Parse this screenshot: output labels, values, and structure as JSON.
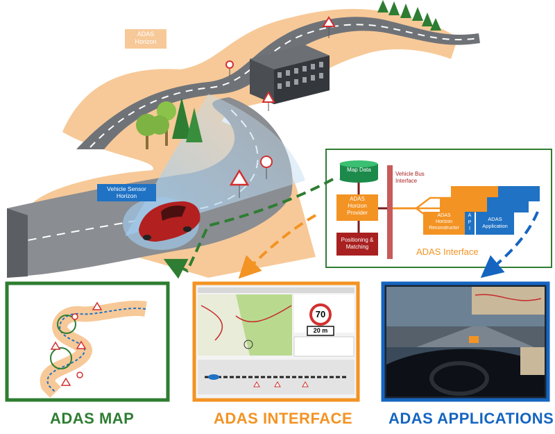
{
  "labels": {
    "horizon": "ADAS\nHorizon",
    "sensor": "Vehicle Sensor\nHorizon",
    "map_data": "Map Data",
    "provider": "ADAS\nHorizon\nProvider",
    "positioning": "Positioning &\nMatching",
    "vehicle_bus": "Vehicle Bus\nInterface",
    "reconstructor": "ADAS\nHorizon\nReconstructor",
    "api": "A\nP\nI",
    "application": "ADAS\nApplication",
    "interface_caption": "ADAS Interface"
  },
  "signs": {
    "speed_limit": "70",
    "distance": "20 m"
  },
  "titles": {
    "map": "ADAS MAP",
    "interface": "ADAS INTERFACE",
    "applications": "ADAS APPLICATIONS"
  },
  "colors": {
    "green": "#2e7d32",
    "orange": "#f39323",
    "blue": "#1565c0",
    "sand": "#f7c998",
    "road": "#8a8d91",
    "darkred": "#a82020"
  }
}
